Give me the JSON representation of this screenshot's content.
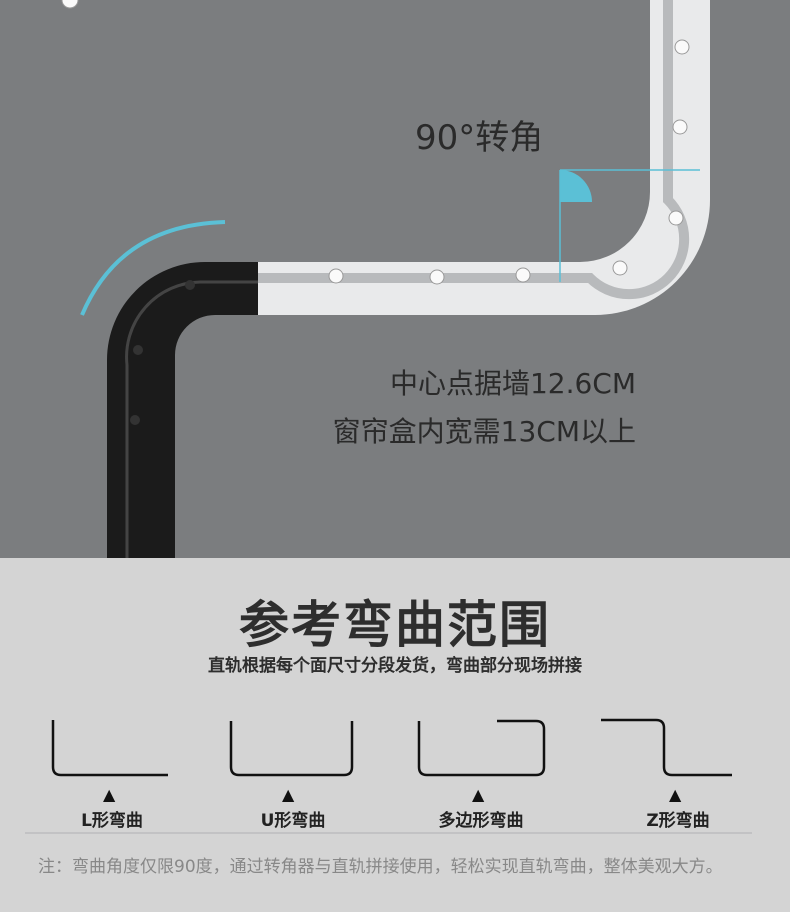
{
  "top": {
    "angle_label": "90°转角",
    "line1": "中心点据墙12.6CM",
    "line2": "窗帘盒内宽需13CM以上"
  },
  "bottom": {
    "title": "参考弯曲范围",
    "subtitle": "直轨根据每个面尺寸分段发货，弯曲部分现场拼接",
    "shapes": [
      {
        "label": "L形弯曲"
      },
      {
        "label": "U形弯曲"
      },
      {
        "label": "多边形弯曲"
      },
      {
        "label": "Z形弯曲"
      }
    ],
    "arrow": "▲",
    "note": "注：弯曲角度仅限90度，通过转角器与直轨拼接使用，轻松实现直轨弯曲，整体美观大方。"
  },
  "colors": {
    "accent": "#5bc0d6",
    "top_bg": "#7b7d7f",
    "bottom_bg": "#d4d4d4"
  }
}
